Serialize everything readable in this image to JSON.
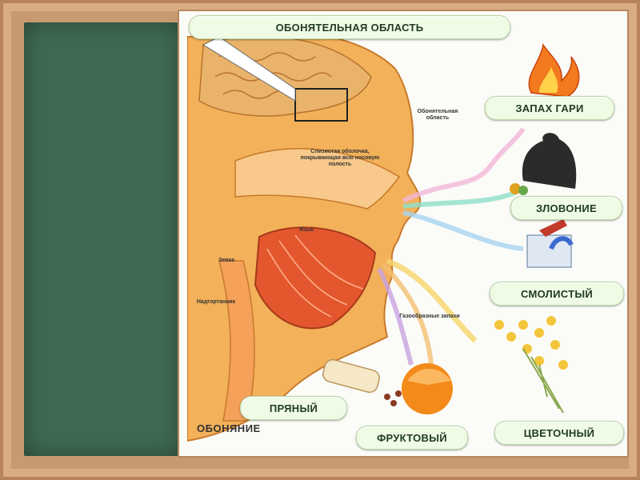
{
  "title_label": "ОБОНЯТЕЛЬНАЯ ОБЛАСТЬ",
  "odor_labels": {
    "burning": "ЗАПАХ ГАРИ",
    "stench": "ЗЛОВОНИЕ",
    "resinous": "СМОЛИСТЫЙ",
    "spicy": "ПРЯНЫЙ",
    "fruity": "ФРУКТОВЫЙ",
    "floral": "ЦВЕТОЧНЫЙ"
  },
  "illustration": {
    "caption": "ОБОНЯНИЕ",
    "labels": {
      "olfactory_region": "Обонятельная область",
      "mucosa": "Слизистая оболочка, покрывающая всю носовую полость",
      "tongue": "Язык",
      "gullet": "Зевка",
      "epiglottis": "Надгортанник",
      "gaseous_odors": "Газообразные запахи"
    }
  },
  "colors": {
    "frame": "#c89a72",
    "board": "#3f6a52",
    "pill_bg": "#f0fbe6",
    "pill_text": "#213c23",
    "skin": "#f2a640",
    "flesh": "#e4572e"
  }
}
